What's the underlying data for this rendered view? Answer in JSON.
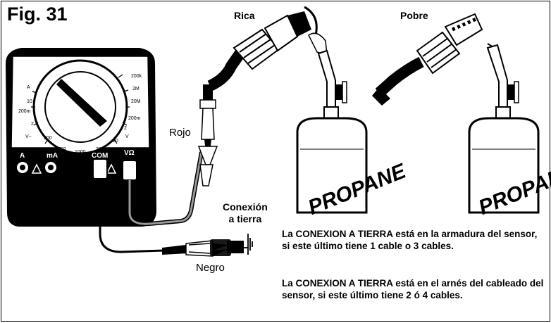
{
  "figure": {
    "title": "Fig. 31"
  },
  "labels": {
    "rich": "Rica",
    "lean": "Pobre",
    "red_lead": "Rojo",
    "black_lead": "Negro",
    "ground_line1": "Conexión",
    "ground_line2": "a tierra"
  },
  "notes": [
    "La CONEXION A TIERRA está en la armadura del sensor, si este último tiene 1 cable o 3 cables.",
    "La CONEXION A TIERRA está en el arnés del cableado del sensor, si este último tiene 2 ó 4 cables."
  ],
  "meter": {
    "ports": [
      "A",
      "mA",
      "COM",
      "VΩ"
    ],
    "dial_left": [
      "A",
      "10",
      "200m",
      "2",
      "V~",
      "200",
      "750",
      "1000"
    ],
    "dial_right": [
      "200k",
      "2M",
      "20M",
      "200m",
      "2",
      "20",
      "200",
      "V"
    ]
  },
  "tanks": {
    "left_label": "PROPANE",
    "right_label": "PROPANE"
  }
}
